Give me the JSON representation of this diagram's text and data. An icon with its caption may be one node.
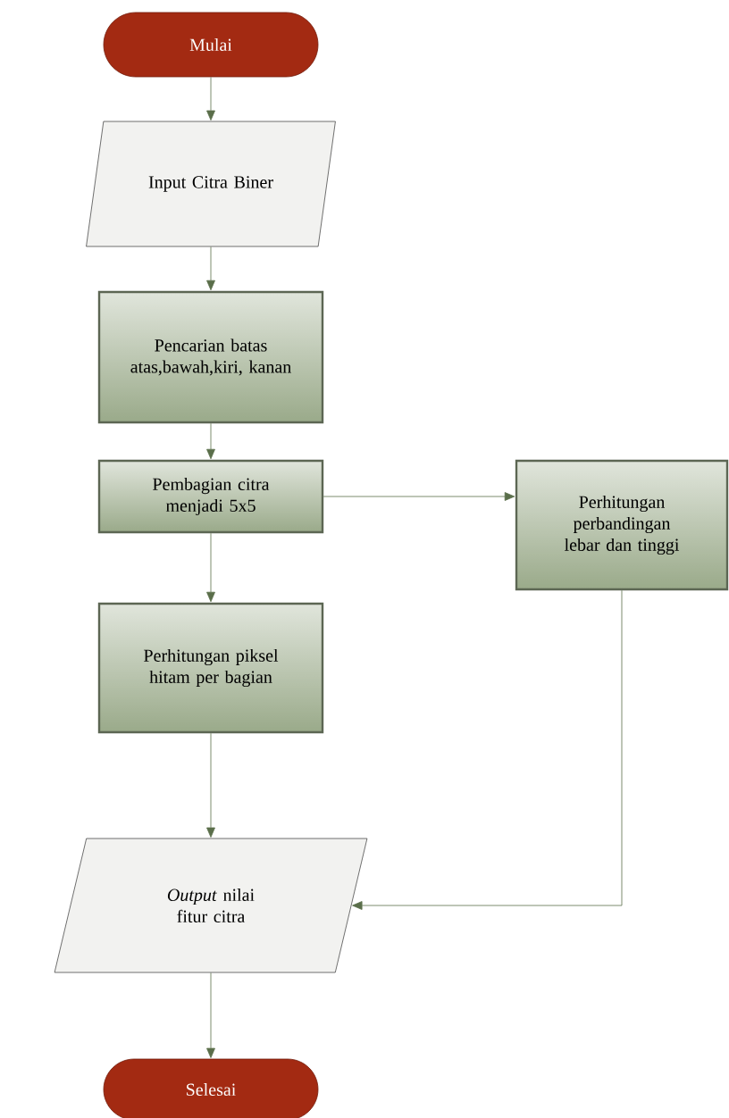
{
  "diagram": {
    "nodes": [
      {
        "text": [
          "Mulai"
        ]
      },
      {
        "text": [
          "Input Citra Biner"
        ]
      },
      {
        "text": [
          "Pencarian batas atas,bawah,kiri, kanan"
        ]
      },
      {
        "text": [
          "Pembagian citra menjadi 5x5"
        ]
      },
      {
        "text": [
          "Perhitungan perbandingan lebar dan tinggi"
        ]
      },
      {
        "text": [
          "Perhitungan piksel hitam per bagian"
        ]
      },
      {
        "text": [
          "*Output* nilai fitur citra"
        ]
      },
      {
        "text": [
          "Selesai"
        ]
      }
    ],
    "edges": [
      {
        "from": 0,
        "to": 1,
        "arrow": "to"
      },
      {
        "from": 1,
        "to": 2,
        "arrow": "to"
      },
      {
        "from": 2,
        "to": 3,
        "arrow": "to"
      },
      {
        "from": 3,
        "to": 5,
        "arrow": "to"
      },
      {
        "from": 5,
        "to": 6,
        "arrow": "to"
      },
      {
        "from": 6,
        "to": 7,
        "arrow": "to"
      },
      {
        "from": 3,
        "to": 4,
        "arrow": "to"
      },
      {
        "from": 4,
        "to": 6,
        "arrow": "to"
      }
    ]
  }
}
